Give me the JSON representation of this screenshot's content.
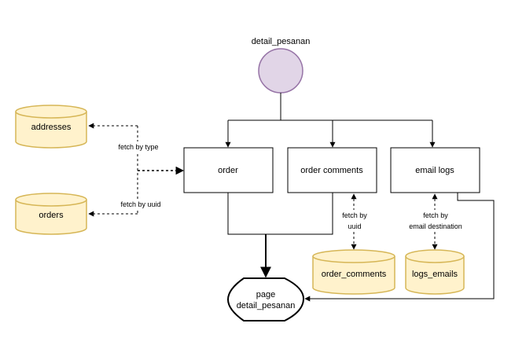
{
  "colors": {
    "circle_fill": "#e1d5e7",
    "circle_stroke": "#9673a6",
    "db_fill": "#fff2cc",
    "db_stroke": "#d6b656",
    "line": "#000000"
  },
  "nodes": {
    "start_label": "detail_pesanan",
    "addresses": "addresses",
    "orders": "orders",
    "order": "order",
    "order_comments_box": "order comments",
    "email_logs_box": "email logs",
    "order_comments_db": "order_comments",
    "logs_emails_db": "logs_emails",
    "page_line1": "page",
    "page_line2": "detail_pesanan"
  },
  "edge_labels": {
    "fetch_by_type": "fetch by type",
    "fetch_by_uuid": "fetch by uuid",
    "comments_fetch_1": "fetch by",
    "comments_fetch_2": "uuid",
    "email_fetch_1": "fetch by",
    "email_fetch_2": "email destination"
  }
}
